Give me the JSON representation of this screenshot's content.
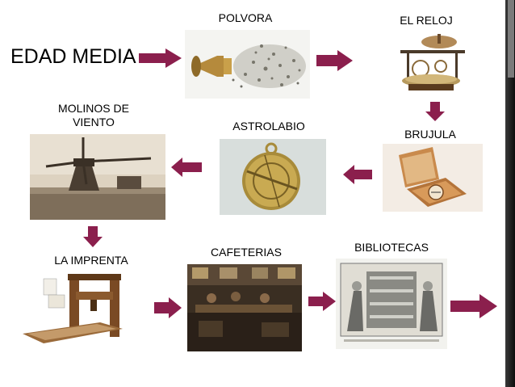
{
  "diagram": {
    "title": "EDAD MEDIA",
    "nodes": [
      {
        "id": "polvora",
        "label": "POLVORA",
        "icon": "gunpowder-photo"
      },
      {
        "id": "reloj",
        "label": "EL RELOJ",
        "icon": "clock-mechanism-photo"
      },
      {
        "id": "brujula",
        "label": "BRUJULA",
        "icon": "compass-photo"
      },
      {
        "id": "astrolabio",
        "label": "ASTROLABIO",
        "icon": "astrolabe-photo"
      },
      {
        "id": "molinos",
        "label": "MOLINOS DE\nVIENTO",
        "icon": "windmill-photo"
      },
      {
        "id": "imprenta",
        "label": "LA IMPRENTA",
        "icon": "printing-press-photo"
      },
      {
        "id": "cafeterias",
        "label": "CAFETERIAS",
        "icon": "coffeehouse-photo"
      },
      {
        "id": "bibliotecas",
        "label": "BIBLIOTECAS",
        "icon": "library-photo"
      }
    ],
    "flow": [
      "EDAD MEDIA",
      "POLVORA",
      "EL RELOJ",
      "BRUJULA",
      "ASTROLABIO",
      "MOLINOS DE VIENTO",
      "LA IMPRENTA",
      "CAFETERIAS",
      "BIBLIOTECAS"
    ]
  },
  "colors": {
    "arrow": "#8b1f4d",
    "background": "#ffffff",
    "text": "#000000"
  }
}
